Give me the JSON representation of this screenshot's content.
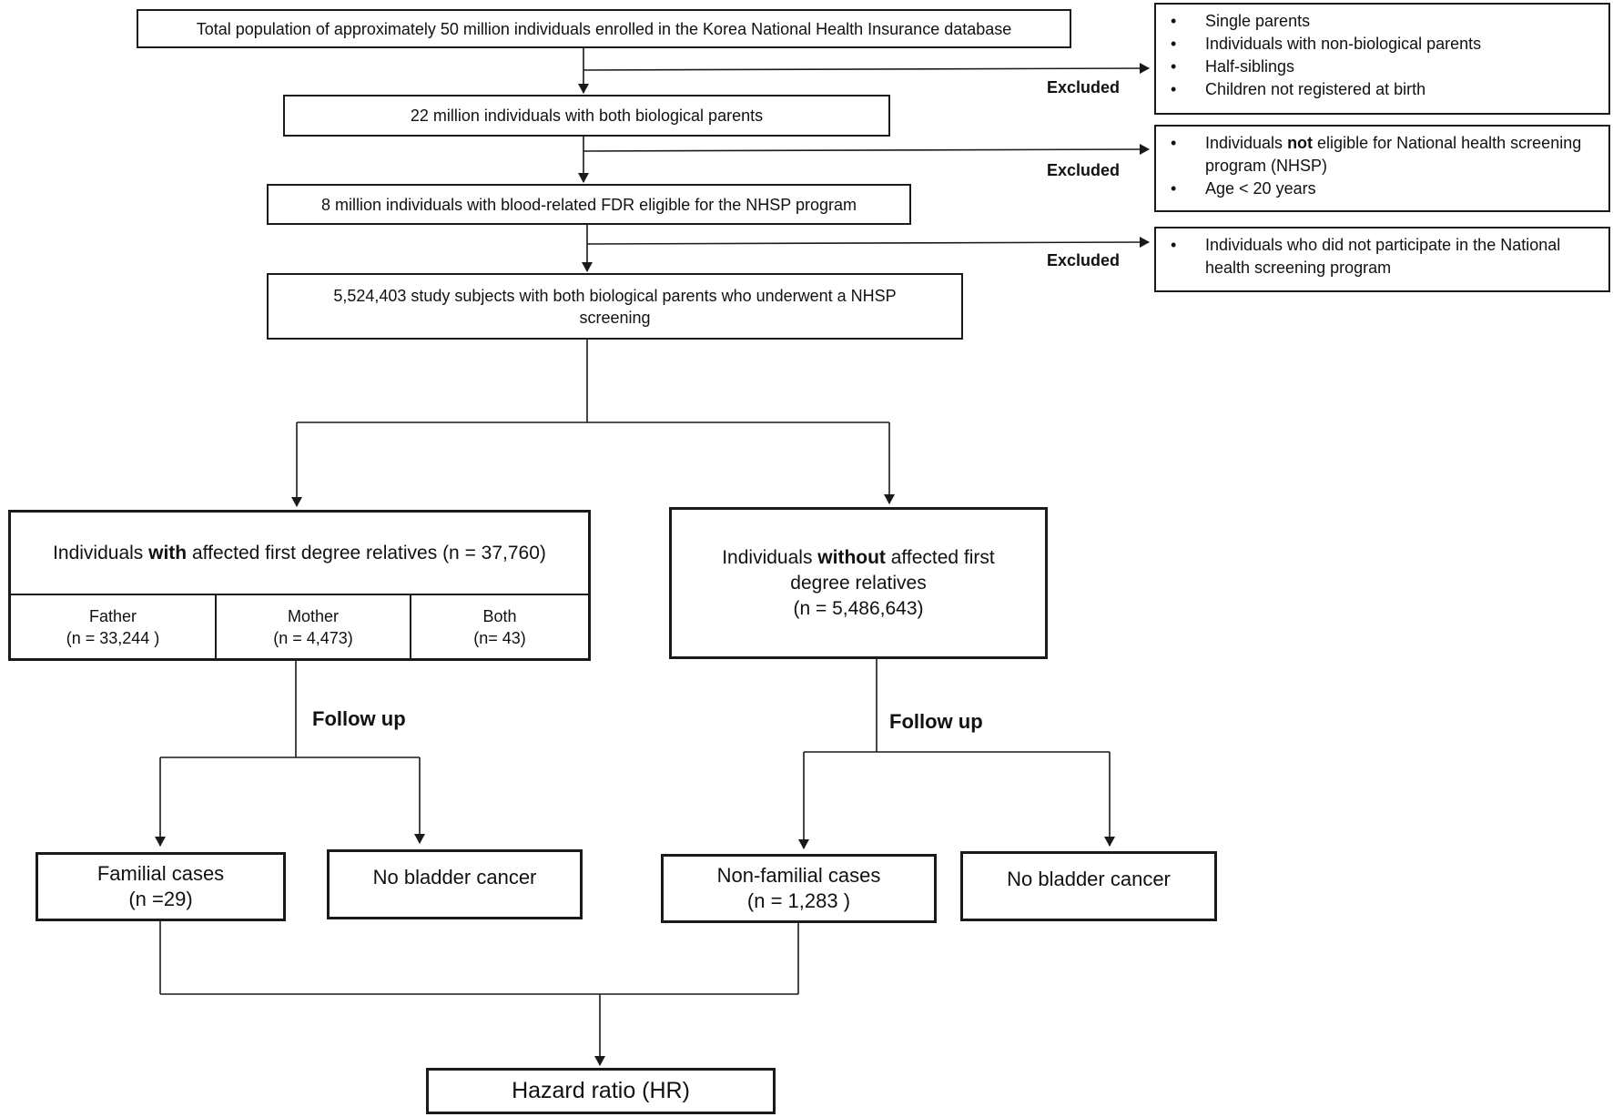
{
  "flow": {
    "total_population": "Total population of approximately 50 million individuals enrolled in the Korea National Health Insurance database",
    "biological_parents": "22 million individuals with both biological parents",
    "fdr_eligible": "8 million individuals with blood-related FDR eligible for the NHSP program",
    "study_subjects": "5,524,403 study subjects with both biological parents who underwent a NHSP screening",
    "excluded_label": "Excluded",
    "exclusion_1": [
      "Single parents",
      "Individuals with non-biological parents",
      "Half-siblings",
      "Children not registered at birth"
    ],
    "exclusion_2": {
      "item1_pre": "Individuals ",
      "item1_bold": "not",
      "item1_post": " eligible for National health screening program (NHSP)",
      "item2": "Age < 20  years"
    },
    "exclusion_3": [
      "Individuals who did not participate in the National health screening program"
    ],
    "with_group": {
      "pre": "Individuals ",
      "bold": "with",
      "post": " affected first degree relatives (n = 37,760)",
      "father": "Father",
      "father_n": "(n = 33,244 )",
      "mother": "Mother",
      "mother_n": "(n = 4,473)",
      "both": "Both",
      "both_n": "(n= 43)"
    },
    "without_group": {
      "pre": "Individuals ",
      "bold": "without",
      "post": " affected first degree relatives",
      "n": "(n = 5,486,643)"
    },
    "follow_up": "Follow up",
    "familial_cases": "Familial cases",
    "familial_n": "(n =29)",
    "no_bladder_cancer": "No bladder cancer",
    "nonfamilial_cases": "Non-familial cases",
    "nonfamilial_n": "(n = 1,283 )",
    "hazard_ratio": "Hazard ratio (HR)"
  }
}
